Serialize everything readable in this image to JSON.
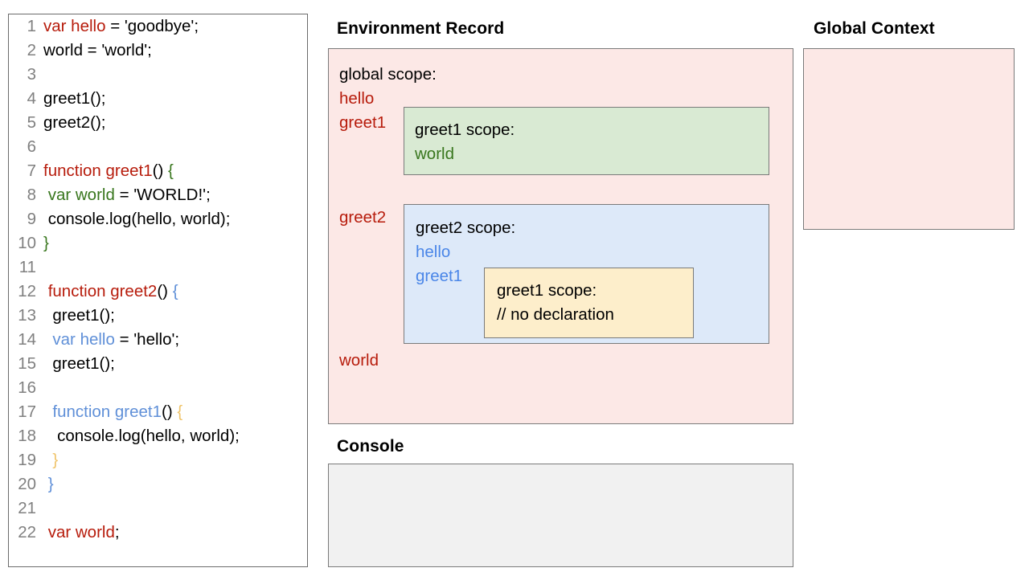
{
  "code": {
    "lines": [
      {
        "num": "1",
        "tokens": [
          {
            "t": "var hello",
            "c": "red"
          },
          {
            "t": " = 'goodbye';",
            "c": "black"
          }
        ]
      },
      {
        "num": "2",
        "tokens": [
          {
            "t": "world = 'world';",
            "c": "black"
          }
        ]
      },
      {
        "num": "3",
        "tokens": []
      },
      {
        "num": "4",
        "tokens": [
          {
            "t": "greet1();",
            "c": "black"
          }
        ]
      },
      {
        "num": "5",
        "tokens": [
          {
            "t": "greet2();",
            "c": "black"
          }
        ]
      },
      {
        "num": "6",
        "tokens": []
      },
      {
        "num": "7",
        "tokens": [
          {
            "t": "function greet1",
            "c": "red"
          },
          {
            "t": "() ",
            "c": "black"
          },
          {
            "t": "{",
            "c": "green"
          }
        ]
      },
      {
        "num": "8",
        "tokens": [
          {
            "t": " ",
            "c": "black"
          },
          {
            "t": "var world",
            "c": "green"
          },
          {
            "t": " = 'WORLD!';",
            "c": "black"
          }
        ]
      },
      {
        "num": "9",
        "tokens": [
          {
            "t": " console.log(hello, world);",
            "c": "black"
          }
        ]
      },
      {
        "num": "10",
        "tokens": [
          {
            "t": "}",
            "c": "green"
          }
        ]
      },
      {
        "num": "11",
        "tokens": []
      },
      {
        "num": "12",
        "tokens": [
          {
            "t": " ",
            "c": "black"
          },
          {
            "t": "function greet2",
            "c": "red"
          },
          {
            "t": "() ",
            "c": "black"
          },
          {
            "t": "{",
            "c": "blue"
          }
        ]
      },
      {
        "num": "13",
        "tokens": [
          {
            "t": "  greet1();",
            "c": "black"
          }
        ]
      },
      {
        "num": "14",
        "tokens": [
          {
            "t": "  ",
            "c": "black"
          },
          {
            "t": "var hello",
            "c": "blue"
          },
          {
            "t": " = 'hello';",
            "c": "black"
          }
        ]
      },
      {
        "num": "15",
        "tokens": [
          {
            "t": "  greet1();",
            "c": "black"
          }
        ]
      },
      {
        "num": "16",
        "tokens": []
      },
      {
        "num": "17",
        "tokens": [
          {
            "t": "  ",
            "c": "black"
          },
          {
            "t": "function greet1",
            "c": "blue"
          },
          {
            "t": "() ",
            "c": "black"
          },
          {
            "t": "{",
            "c": "orange"
          }
        ]
      },
      {
        "num": "18",
        "tokens": [
          {
            "t": "   console.log(hello, world);",
            "c": "black"
          }
        ]
      },
      {
        "num": "19",
        "tokens": [
          {
            "t": "  ",
            "c": "black"
          },
          {
            "t": "}",
            "c": "orange"
          }
        ]
      },
      {
        "num": "20",
        "tokens": [
          {
            "t": " ",
            "c": "black"
          },
          {
            "t": "}",
            "c": "blue"
          }
        ]
      },
      {
        "num": "21",
        "tokens": []
      },
      {
        "num": "22",
        "tokens": [
          {
            "t": " ",
            "c": "black"
          },
          {
            "t": "var world",
            "c": "red"
          },
          {
            "t": ";",
            "c": "black"
          }
        ]
      }
    ]
  },
  "sections": {
    "environment_record_title": "Environment Record",
    "global_context_title": "Global Context",
    "console_title": "Console"
  },
  "environment_record": {
    "global_scope": {
      "heading": "global scope:",
      "vars": [
        "hello",
        "greet1",
        "greet2",
        "world"
      ]
    },
    "greet1_scope": {
      "heading": "greet1 scope:",
      "vars": [
        "world"
      ]
    },
    "greet2_scope": {
      "heading": "greet2 scope:",
      "vars": [
        "hello",
        "greet1"
      ]
    },
    "greet1_inner_scope": {
      "heading": "greet1 scope:",
      "comment": "// no declaration"
    }
  },
  "console": {
    "output": ""
  },
  "colors": {
    "global_scope_bg": "#fce8e6",
    "greet1_scope_bg": "#d9ead3",
    "greet2_scope_bg": "#dde9f9",
    "greet1_inner_bg": "#fdeecb",
    "console_bg": "#f1f1f1",
    "border": "#7a7a7a",
    "token_red": "#b71c0c",
    "token_green": "#38761d",
    "token_blue": "#6090d8",
    "token_orange": "#f0c46a",
    "line_number": "#808080"
  }
}
